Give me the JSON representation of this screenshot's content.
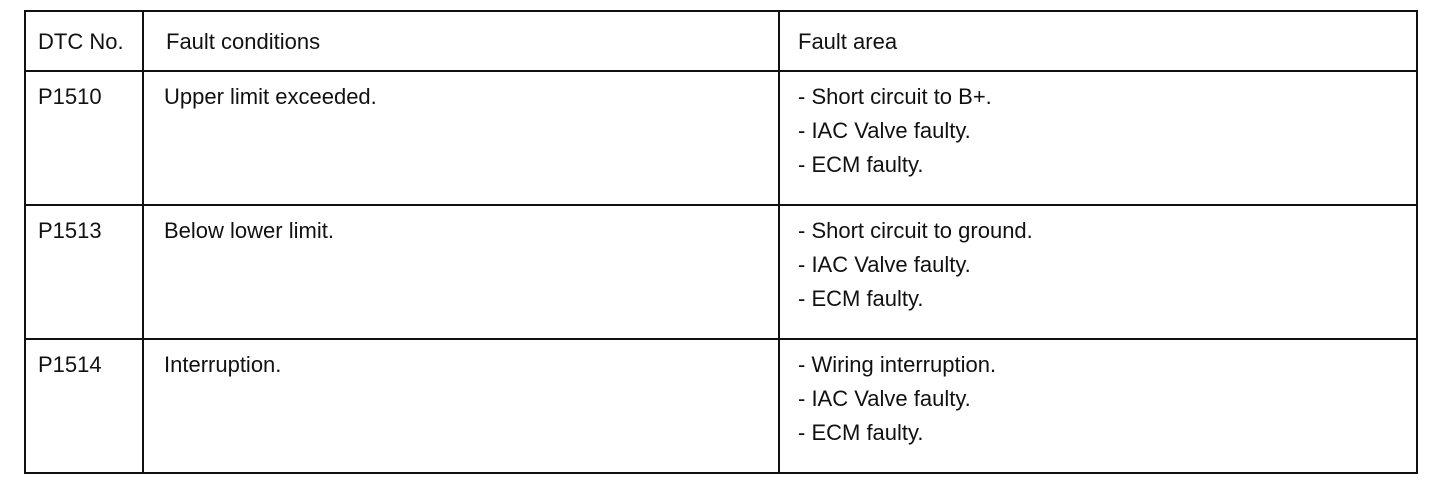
{
  "table": {
    "headers": {
      "dtc": "DTC No.",
      "conditions": "Fault conditions",
      "area": "Fault area"
    },
    "rows": [
      {
        "dtc": "P1510",
        "condition": "Upper limit exceeded.",
        "areas": [
          "- Short circuit to B+.",
          "- IAC Valve faulty.",
          "- ECM faulty."
        ]
      },
      {
        "dtc": "P1513",
        "condition": "Below lower limit.",
        "areas": [
          "- Short circuit to ground.",
          "- IAC Valve faulty.",
          "- ECM faulty."
        ]
      },
      {
        "dtc": "P1514",
        "condition": "Interruption.",
        "areas": [
          "- Wiring interruption.",
          "- IAC Valve faulty.",
          "- ECM faulty."
        ]
      }
    ]
  }
}
